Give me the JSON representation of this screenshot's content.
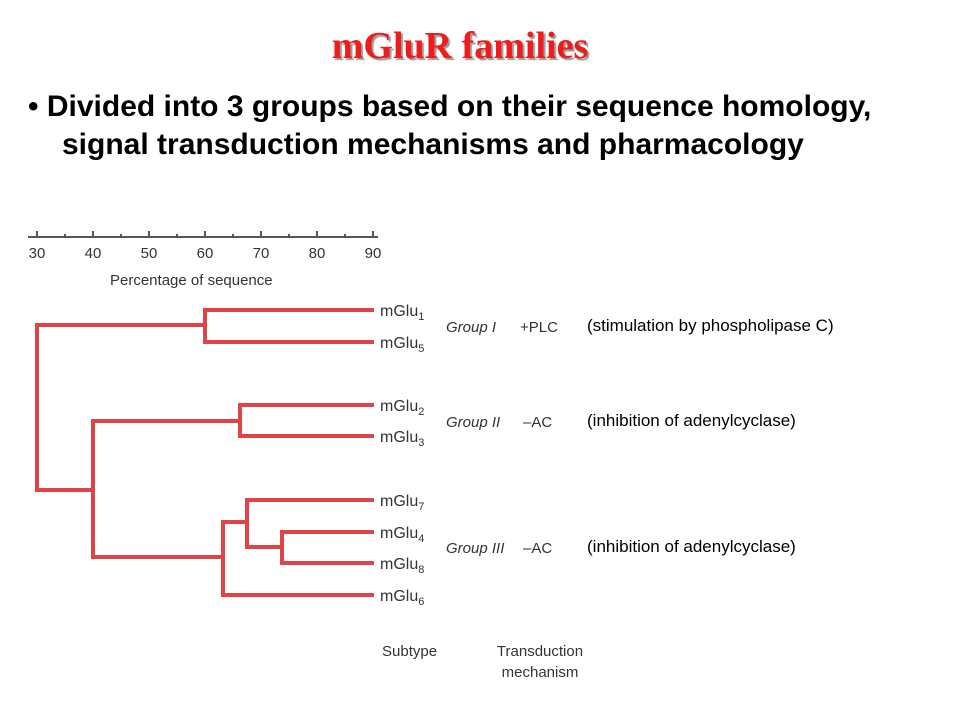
{
  "title": "mGluR families",
  "bullet": "Divided into 3 groups based on their sequence homology, signal transduction mechanisms and pharmacology",
  "scale": {
    "ticks": [
      "30",
      "40",
      "50",
      "60",
      "70",
      "80",
      "90"
    ],
    "label": "Percentage of sequence"
  },
  "subtypes": {
    "mglu1": {
      "base": "mGlu",
      "sub": "1"
    },
    "mglu5": {
      "base": "mGlu",
      "sub": "5"
    },
    "mglu2": {
      "base": "mGlu",
      "sub": "2"
    },
    "mglu3": {
      "base": "mGlu",
      "sub": "3"
    },
    "mglu7": {
      "base": "mGlu",
      "sub": "7"
    },
    "mglu4": {
      "base": "mGlu",
      "sub": "4"
    },
    "mglu8": {
      "base": "mGlu",
      "sub": "8"
    },
    "mglu6": {
      "base": "mGlu",
      "sub": "6"
    }
  },
  "groups": [
    {
      "name": "Group I",
      "mechanism": "+PLC",
      "note": "(stimulation by phospholipase  C)"
    },
    {
      "name": "Group II",
      "mechanism": "–AC",
      "note": "(inhibition of adenylcyclase)"
    },
    {
      "name": "Group III",
      "mechanism": "–AC",
      "note": "(inhibition of adenylcyclase)"
    }
  ],
  "footer": {
    "subtype": "Subtype",
    "transduction_line1": "Transduction",
    "transduction_line2": "mechanism"
  },
  "colors": {
    "title": "#ee1c1c",
    "tree": "#e04545",
    "scale": "#555555"
  }
}
